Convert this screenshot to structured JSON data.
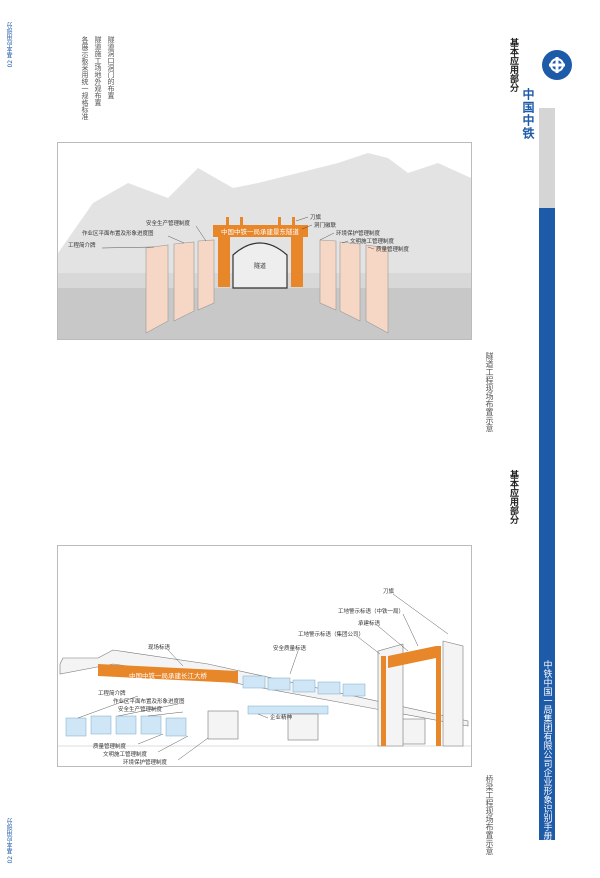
{
  "brand": {
    "logo_text": "中国中铁",
    "strip_text": "中铁中国一局集团有限公司企业形象识别手册"
  },
  "section1": {
    "title": "基本应用部分",
    "caption": "隧道工程现场布置示意",
    "notes": [
      "隧道洞口洞门的布置",
      "隧道施工场地外观布置",
      "各展示板采用统一规格标准"
    ]
  },
  "section2": {
    "title": "基本应用部分",
    "caption": "桥梁工程现场布置示意"
  },
  "page_edge": {
    "top": "02 基本应用部分",
    "bottom": "02 基本应用部分"
  },
  "tunnel": {
    "arch_title": "中国中铁一局承建景东隧道",
    "portal": "隧道",
    "labels": {
      "safety": "安全生产管理制度",
      "plan": "作业区平面布置及形象进度图",
      "intro": "工程简介牌",
      "flag": "刀旗",
      "logo": "洞门徽联",
      "env": "环境保护管理制度",
      "civil": "文明施工管理制度",
      "quality": "质量管理制度"
    }
  },
  "bridge": {
    "banner_text": "中国中铁一局承建长江大桥",
    "labels": {
      "flag": "刀旗",
      "sign1": "工地警示标语（中铁一局）",
      "builder": "承建标语",
      "sign2": "工地警示标语（集团公司）",
      "slogan": "现场标语",
      "safety_quality": "安全质量标语",
      "intro": "工程简介牌",
      "plan": "作业区平面布置及形象进度图",
      "safety": "安全生产管理制度",
      "culture": "企业精神",
      "quality": "质量管理制度",
      "civil": "文明施工管理制度",
      "env": "环境保护管理制度"
    }
  },
  "colors": {
    "brand_blue": "#1d5aa8",
    "orange": "#e8862a",
    "board": "#f6d6c5",
    "light_blue": "#cfe6f6",
    "mountain": "#e3e3e3",
    "ground": "#c8c8c8"
  }
}
